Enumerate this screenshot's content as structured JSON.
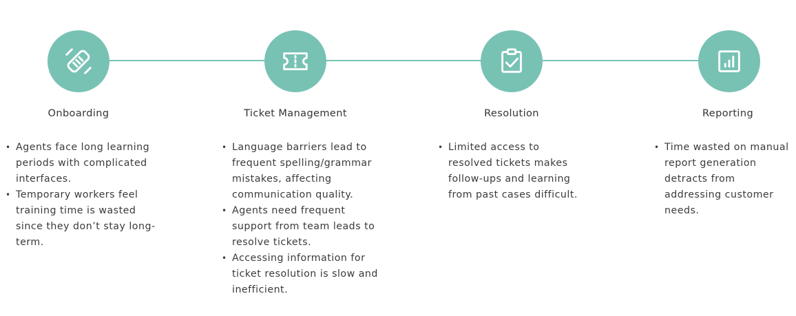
{
  "accent_color": "#78c2b4",
  "stages": [
    {
      "title": "Onboarding",
      "icon": "handshake-icon",
      "bullets": [
        "Agents face long learning periods with complicated interfaces.",
        "Temporary workers feel training time is wasted since they don’t stay long-term."
      ]
    },
    {
      "title": "Ticket Management",
      "icon": "ticket-icon",
      "bullets": [
        "Language barriers lead to frequent spelling/grammar mistakes, affecting communication quality.",
        "Agents need frequent support from team leads to resolve tickets.",
        "Accessing information for ticket resolution is slow and inefficient."
      ]
    },
    {
      "title": "Resolution",
      "icon": "clipboard-check-icon",
      "bullets": [
        "Limited access to resolved tickets makes follow-ups and learning from past cases difficult."
      ]
    },
    {
      "title": "Reporting",
      "icon": "report-chart-icon",
      "bullets": [
        "Time wasted on manual report generation detracts from addressing customer needs."
      ]
    }
  ]
}
